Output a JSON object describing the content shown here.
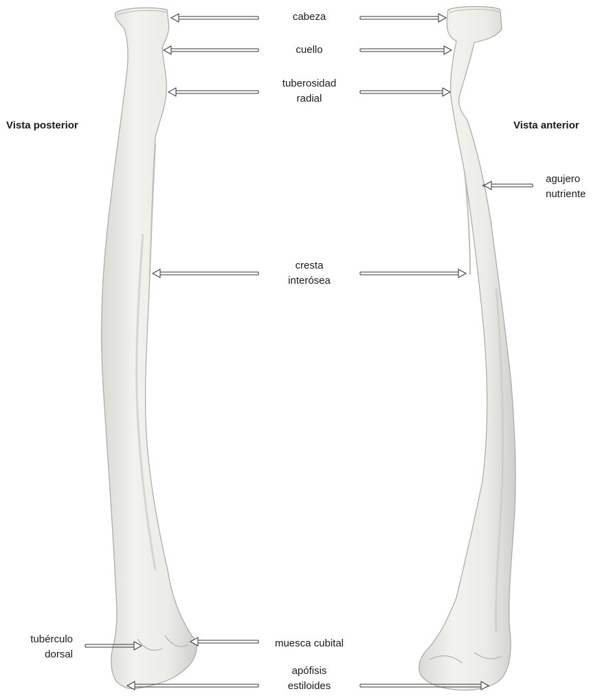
{
  "views": {
    "posterior": "Vista posterior",
    "anterior": "Vista anterior"
  },
  "labels": {
    "cabeza": "cabeza",
    "cuello": "cuello",
    "tuberosidad_1": "tuberosidad",
    "tuberosidad_2": "radial",
    "agujero_1": "agujero",
    "agujero_2": "nutriente",
    "cresta_1": "cresta",
    "cresta_2": "interósea",
    "tuberculo_1": "tubérculo",
    "tuberculo_2": "dorsal",
    "muesca": "muesca cubital",
    "apofisis_1": "apófisis",
    "apofisis_2": "estiloides"
  },
  "colors": {
    "bone_fill": "#e9e9e6",
    "bone_shadow": "#c9c9c5",
    "bone_outline": "#a8a8a4",
    "arrow": "#333333"
  }
}
